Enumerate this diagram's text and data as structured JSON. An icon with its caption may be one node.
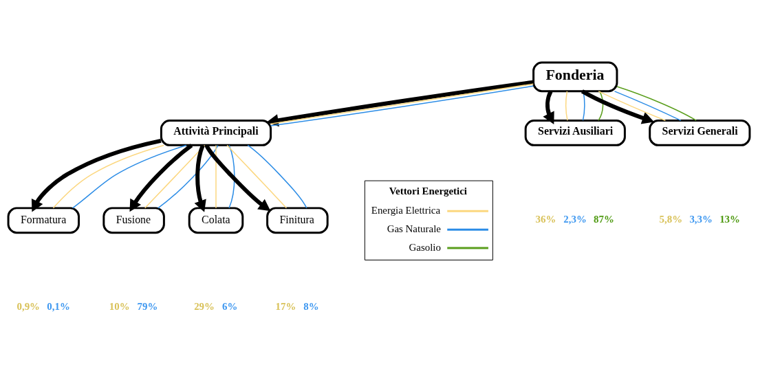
{
  "diagram": {
    "nodes": [
      {
        "text": [
          "Fonderia"
        ]
      },
      {
        "text": [
          "Attività Principali"
        ]
      },
      {
        "text": [
          "Servizi Ausiliari"
        ],
        "beside": [
          "36%",
          "2,3%",
          "87%"
        ]
      },
      {
        "text": [
          "Servizi Generali"
        ],
        "beside": [
          "5,8%",
          "3,3%",
          "13%"
        ]
      },
      {
        "text": [
          "Formatura"
        ],
        "beside": [
          "0,9%",
          "0,1%"
        ]
      },
      {
        "text": [
          "Fusione"
        ],
        "beside": [
          "10%",
          "79%"
        ]
      },
      {
        "text": [
          "Colata"
        ],
        "beside": [
          "29%",
          "6%"
        ]
      },
      {
        "text": [
          "Finitura"
        ],
        "beside": [
          "17%",
          "8%"
        ]
      }
    ],
    "edges": [
      {
        "from": 0,
        "to": 1,
        "arrow": "to",
        "style": "thick"
      },
      {
        "from": 0,
        "to": 2,
        "arrow": "to",
        "style": "thick"
      },
      {
        "from": 0,
        "to": 3,
        "arrow": "to",
        "style": "thick"
      },
      {
        "from": 0,
        "to": 1,
        "arrow": "none",
        "color": "#fcd77f"
      },
      {
        "from": 0,
        "to": 2,
        "arrow": "none",
        "color": "#fcd77f"
      },
      {
        "from": 0,
        "to": 3,
        "arrow": "none",
        "color": "#fcd77f"
      },
      {
        "from": 0,
        "to": 1,
        "arrow": "none",
        "color": "#2b8ce6"
      },
      {
        "from": 0,
        "to": 2,
        "arrow": "none",
        "color": "#2b8ce6"
      },
      {
        "from": 0,
        "to": 3,
        "arrow": "none",
        "color": "#2b8ce6"
      },
      {
        "from": 0,
        "to": 2,
        "arrow": "none",
        "color": "#5a9e1c"
      },
      {
        "from": 0,
        "to": 3,
        "arrow": "none",
        "color": "#5a9e1c"
      },
      {
        "from": 1,
        "to": 4,
        "arrow": "to",
        "style": "thick"
      },
      {
        "from": 1,
        "to": 5,
        "arrow": "to",
        "style": "thick"
      },
      {
        "from": 1,
        "to": 6,
        "arrow": "to",
        "style": "thick"
      },
      {
        "from": 1,
        "to": 7,
        "arrow": "to",
        "style": "thick"
      },
      {
        "from": 1,
        "to": 4,
        "arrow": "none",
        "color": "#fcd77f"
      },
      {
        "from": 1,
        "to": 5,
        "arrow": "none",
        "color": "#fcd77f"
      },
      {
        "from": 1,
        "to": 6,
        "arrow": "none",
        "color": "#fcd77f"
      },
      {
        "from": 1,
        "to": 7,
        "arrow": "none",
        "color": "#fcd77f"
      },
      {
        "from": 1,
        "to": 4,
        "arrow": "none",
        "color": "#2b8ce6"
      },
      {
        "from": 1,
        "to": 5,
        "arrow": "none",
        "color": "#2b8ce6"
      },
      {
        "from": 1,
        "to": 6,
        "arrow": "none",
        "color": "#2b8ce6"
      },
      {
        "from": 1,
        "to": 7,
        "arrow": "none",
        "color": "#2b8ce6"
      }
    ],
    "labels": [
      "Vettori Energetici"
    ],
    "legend": [
      {
        "text": "Energia Elettrica",
        "color": "#fcd77f"
      },
      {
        "text": "Gas Naturale",
        "color": "#2b8ce6"
      },
      {
        "text": "Gasolio",
        "color": "#5a9e1c"
      }
    ]
  }
}
